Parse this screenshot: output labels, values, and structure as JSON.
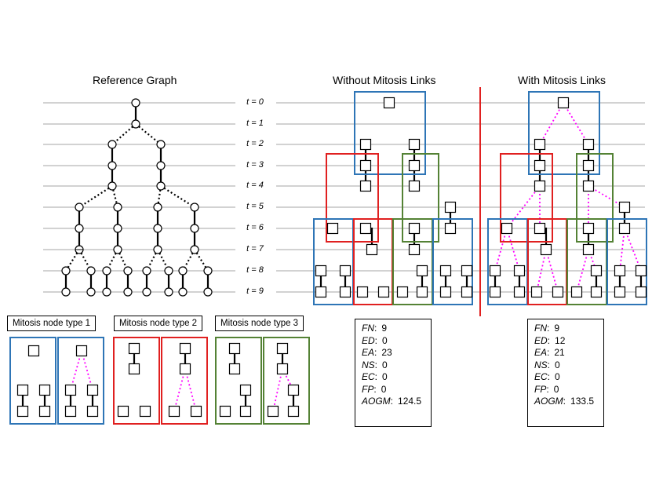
{
  "titles": {
    "reference": "Reference Graph",
    "without": "Without Mitosis Links",
    "with": "With Mitosis Links"
  },
  "time_labels": [
    "t = 0",
    "t = 1",
    "t = 2",
    "t = 3",
    "t = 4",
    "t = 5",
    "t = 6",
    "t = 7",
    "t = 8",
    "t = 9"
  ],
  "legend": {
    "type1": "Mitosis node type 1",
    "type2": "Mitosis node type 2",
    "type3": "Mitosis node type 3"
  },
  "metrics_without": [
    {
      "key": "FN",
      "value": "9"
    },
    {
      "key": "ED",
      "value": "0"
    },
    {
      "key": "EA",
      "value": "23"
    },
    {
      "key": "NS",
      "value": "0"
    },
    {
      "key": "EC",
      "value": "0"
    },
    {
      "key": "FP",
      "value": "0"
    },
    {
      "key": "AOGM",
      "value": "124.5"
    }
  ],
  "metrics_with": [
    {
      "key": "FN",
      "value": "9"
    },
    {
      "key": "ED",
      "value": "12"
    },
    {
      "key": "EA",
      "value": "21"
    },
    {
      "key": "NS",
      "value": "0"
    },
    {
      "key": "EC",
      "value": "0"
    },
    {
      "key": "FP",
      "value": "0"
    },
    {
      "key": "AOGM",
      "value": "133.5"
    }
  ],
  "colors": {
    "blue": "#2e75b6",
    "red": "#e02020",
    "green": "#548235",
    "magenta": "#ff00ff",
    "grid": "#a6a6a6",
    "divider": "#e02020"
  }
}
